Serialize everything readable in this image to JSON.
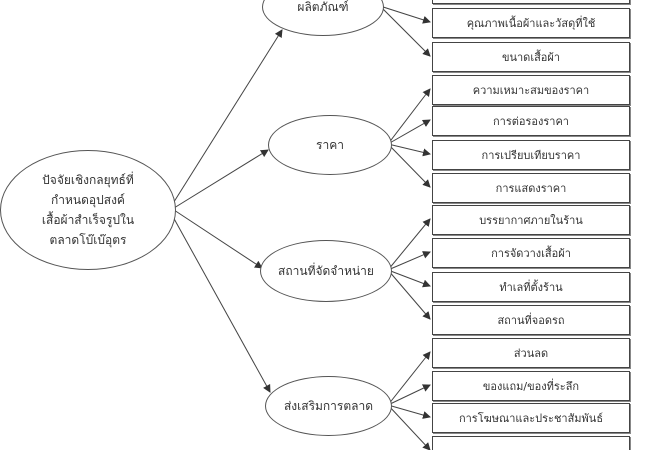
{
  "root": {
    "lines": [
      "ปัจจัยเชิงกลยุทธ์ที่",
      "กำหนดอุปสงค์",
      "เสื้อผ้าสำเร็จรูปใน",
      "ตลาดโบ๊เบ๊อุตร"
    ]
  },
  "categories": [
    {
      "label": "ผลิตภัณฑ์",
      "items": [
        "",
        "คุณภาพเนื้อผ้าและวัสดุที่ใช้",
        "ขนาดเสื้อผ้า"
      ]
    },
    {
      "label": "ราคา",
      "items": [
        "ความเหมาะสมของราคา",
        "การต่อรองราคา",
        "การเปรียบเทียบราคา",
        "การแสดงราคา"
      ]
    },
    {
      "label": "สถานที่จัดจำหน่าย",
      "items": [
        "บรรยากาศภายในร้าน",
        "การจัดวางเสื้อผ้า",
        "ทำเลที่ตั้งร้าน",
        "สถานที่จอดรถ"
      ]
    },
    {
      "label": "ส่งเสริมการตลาด",
      "items": [
        "ส่วนลด",
        "ของแถม/ของที่ระลึก",
        "การโฆษณาและประชาสัมพันธ์",
        ""
      ]
    }
  ]
}
